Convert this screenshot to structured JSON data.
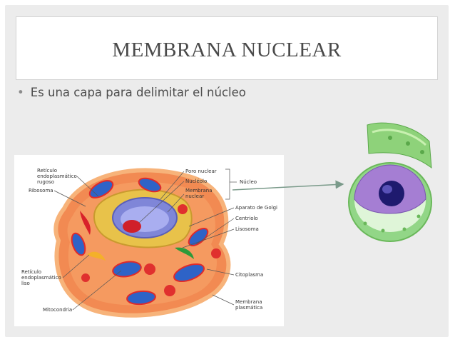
{
  "slide": {
    "title": "MEMBRANA NUCLEAR",
    "bullet": "Es una capa para delimitar el núcleo"
  },
  "figure_labels": {
    "reticulo_rugoso_1": "Retículo",
    "reticulo_rugoso_2": "endoplasmático",
    "reticulo_rugoso_3": "rugoso",
    "ribosoma": "Ribosoma",
    "reticulo_liso_1": "Retículo",
    "reticulo_liso_2": "endoplasmático",
    "reticulo_liso_3": "liso",
    "mitocondria": "Mitocondria",
    "poro_nuclear": "Poro nuclear",
    "nucleolo": "Nucléolo",
    "membrana_nuclear_1": "Membrana",
    "membrana_nuclear_2": "nuclear",
    "nucleo": "Núcleo",
    "aparato_golgi": "Aparato de Golgi",
    "centriolo": "Centriolo",
    "lisosoma": "Lisosoma",
    "citoplasma": "Citoplasma",
    "membrana_plasmatica_1": "Membrana",
    "membrana_plasmatica_2": "plasmática"
  }
}
